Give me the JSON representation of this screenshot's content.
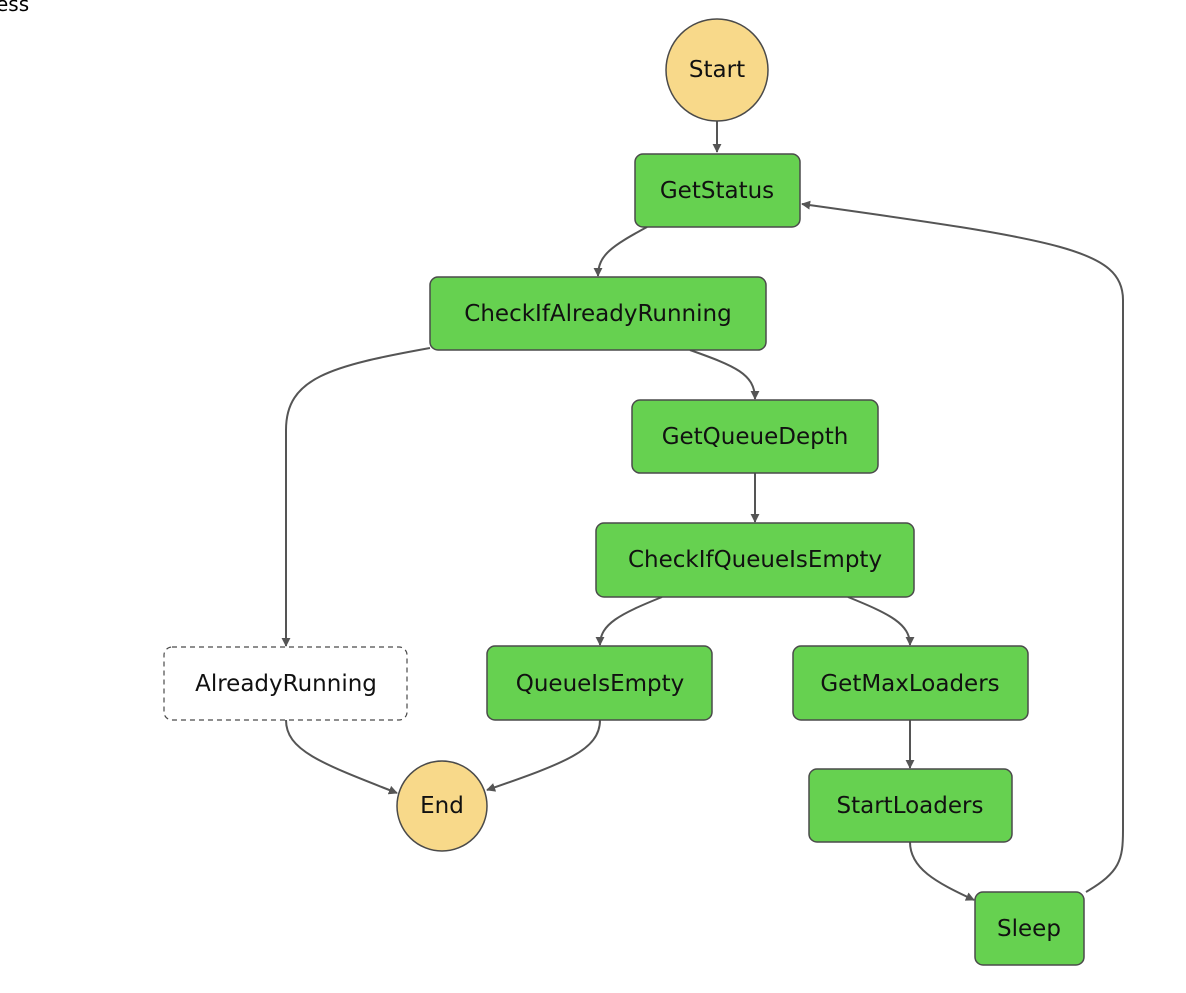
{
  "clipped_label": "ess",
  "colors": {
    "task_fill": "#66d150",
    "task_stroke": "#4a4a4a",
    "terminal_fill": "#f8d98a",
    "pass_fill": "#ffffff",
    "edge": "#555555"
  },
  "nodes": {
    "start": "Start",
    "end": "End",
    "get_status": "GetStatus",
    "check_if_already_running": "CheckIfAlreadyRunning",
    "already_running": "AlreadyRunning",
    "get_queue_depth": "GetQueueDepth",
    "check_if_queue_is_empty": "CheckIfQueueIsEmpty",
    "queue_is_empty": "QueueIsEmpty",
    "get_max_loaders": "GetMaxLoaders",
    "start_loaders": "StartLoaders",
    "sleep": "Sleep"
  }
}
